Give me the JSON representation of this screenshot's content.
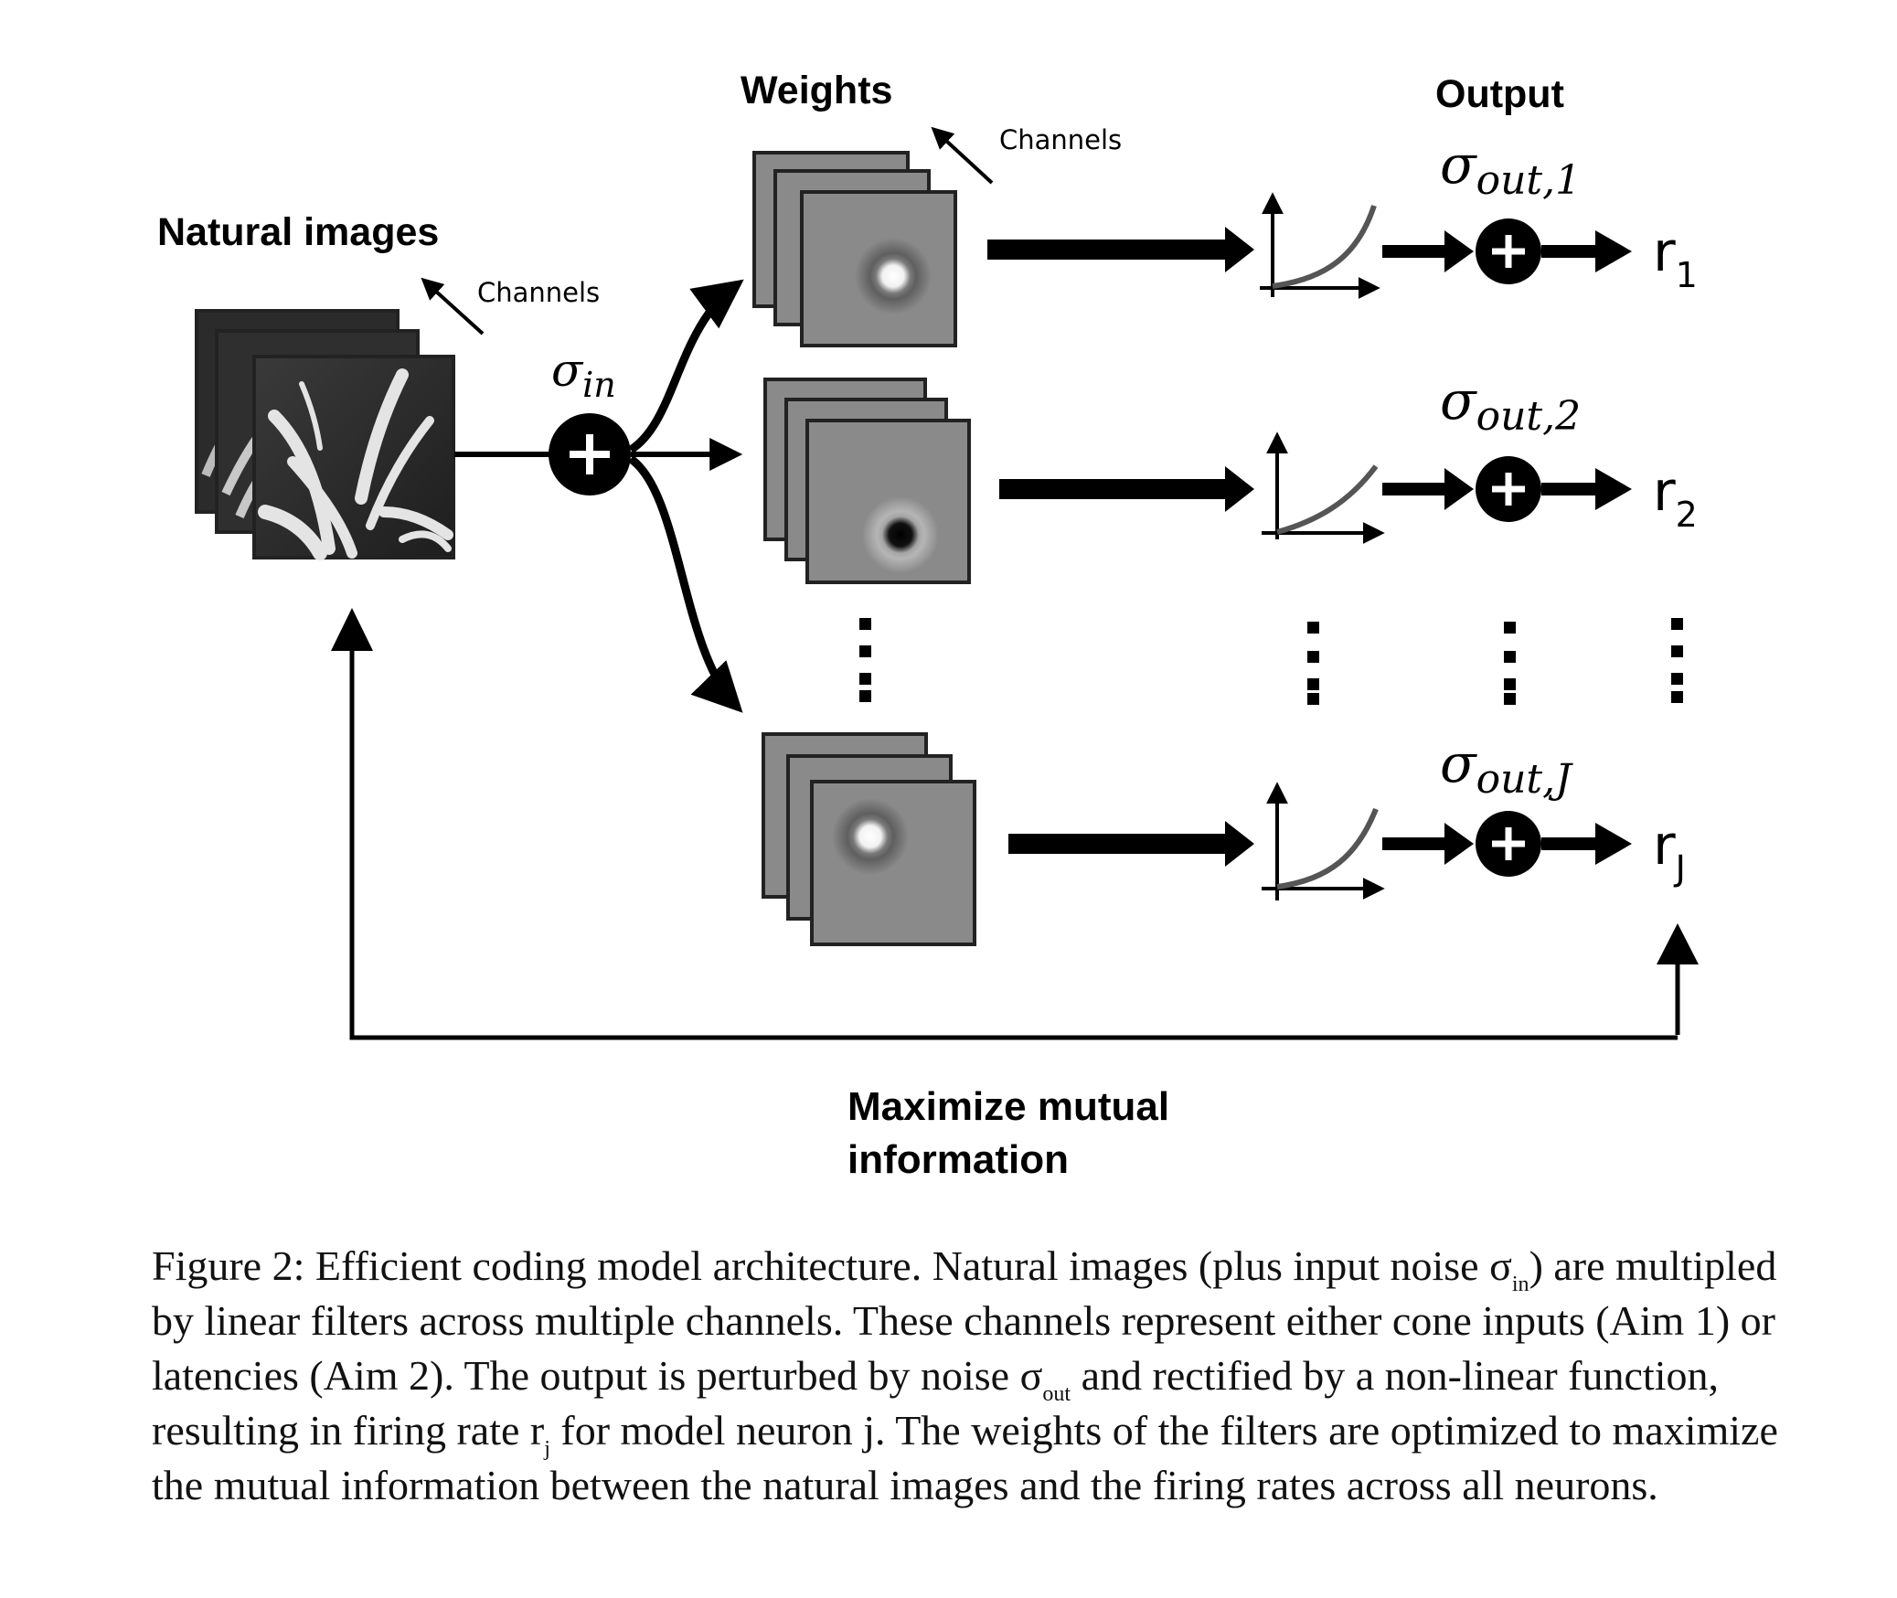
{
  "diagram": {
    "labels": {
      "natural_images": "Natural images",
      "weights": "Weights",
      "output": "Output",
      "channels": "Channels",
      "sigma_symbol": "σ",
      "sigma_in_sub": "in",
      "outputs": [
        {
          "sigma_sub": "out,1",
          "r_sub": "1"
        },
        {
          "sigma_sub": "out,2",
          "r_sub": "2"
        },
        {
          "sigma_sub": "out,J",
          "r_sub": "J"
        }
      ],
      "r_symbol": "r",
      "feedback_line1": "Maximize mutual",
      "feedback_line2": "information"
    }
  },
  "caption": {
    "p1": "Figure 2: Efficient coding model architecture. Natural images (plus input noise σ",
    "s1": "in",
    "p2": ") are multipled by linear filters across multiple channels. These channels represent either cone inputs (Aim 1) or latencies (Aim 2). The output is perturbed by noise σ",
    "s2": "out",
    "p3": " and rectified by a non-linear function, resulting in firing rate r",
    "s3": "j",
    "p4": " for model neuron j. The weights of the filters are optimized to maximize the mutual information between the natural images and the firing rates across all neurons."
  }
}
